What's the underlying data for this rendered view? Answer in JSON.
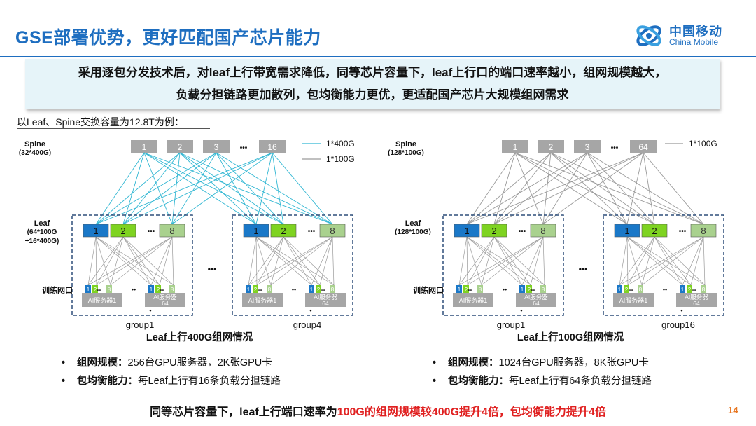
{
  "title": "GSE部署优势，更好匹配国产芯片能力",
  "logo": {
    "cn": "中国移动",
    "en": "China Mobile"
  },
  "banner": {
    "line1": "采用逐包分发技术后，对leaf上行带宽需求降低，同等芯片容量下，leaf上行口的端口速率越小，组网规模越大，",
    "line2": "负载分担链路更加散列，包均衡能力更优，更适配国产芯片大规模组网需求"
  },
  "example": "以Leaf、Spine交换容量为12.8T为例：",
  "colors": {
    "accent": "#1e6ec0",
    "link400": "#31b7d3",
    "link100": "#9a9a9a",
    "leafBlue": "#1a78c8",
    "leafGreen": "#7ed321",
    "leafLight": "#a9d18e",
    "spine": "#a6a6a6",
    "red": "#e02020",
    "banner": "#e6f4f9"
  },
  "left": {
    "spine_label1": "Spine",
    "spine_label2": "(32*400G)",
    "spine_nodes": [
      "1",
      "2",
      "3",
      "16"
    ],
    "dots": "•••",
    "legend": [
      {
        "label": "1*400G",
        "color": "#31b7d3"
      },
      {
        "label": "1*100G",
        "color": "#9a9a9a"
      }
    ],
    "leaf_label1": "Leaf",
    "leaf_label2": "(64*100G",
    "leaf_label3": "+16*400G)",
    "leaf_nodes": [
      "1",
      "2",
      "8"
    ],
    "train_label": "训练网口",
    "server_ports": [
      "1",
      "2",
      "8"
    ],
    "server1": "AI服务器1",
    "server64a": "AI服务器",
    "server64b": "64",
    "groups": [
      "group1",
      "group4"
    ],
    "caption": "Leaf上行400G组网情况",
    "bullets": [
      {
        "k": "组网规模：",
        "v": "256台GPU服务器，2K张GPU卡"
      },
      {
        "k": "包均衡能力：",
        "v": "每Leaf上行有16条负载分担链路"
      }
    ]
  },
  "right": {
    "spine_label1": "Spine",
    "spine_label2": "(128*100G)",
    "spine_nodes": [
      "1",
      "2",
      "3",
      "64"
    ],
    "dots": "•••",
    "legend": [
      {
        "label": "1*100G",
        "color": "#9a9a9a"
      }
    ],
    "leaf_label1": "Leaf",
    "leaf_label2": "(128*100G)",
    "leaf_nodes": [
      "1",
      "2",
      "8"
    ],
    "train_label": "训练网口",
    "server_ports": [
      "1",
      "2",
      "8"
    ],
    "server1": "AI服务器1",
    "server64a": "AI服务器",
    "server64b": "64",
    "groups": [
      "group1",
      "group16"
    ],
    "caption": "Leaf上行100G组网情况",
    "bullets": [
      {
        "k": "组网规模：",
        "v": "1024台GPU服务器，8K张GPU卡"
      },
      {
        "k": "包均衡能力：",
        "v": "每Leaf上行有64条负载分担链路"
      }
    ]
  },
  "bottom": {
    "pre": "同等芯片容量下，leaf上行端口速率为",
    "red": "100G的组网规模较400G提升4倍，包均衡能力提升4倍"
  },
  "page_number": "14"
}
